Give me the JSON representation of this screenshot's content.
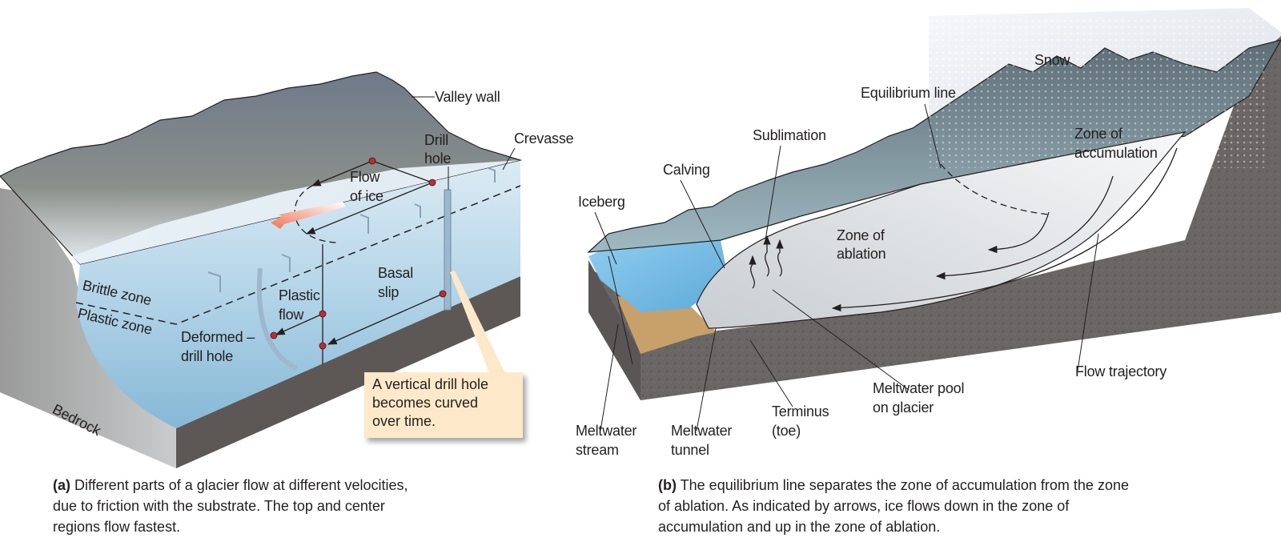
{
  "panel_a": {
    "labels": {
      "valley_wall": "Valley wall",
      "drill_hole_1": "Drill",
      "drill_hole_2": "hole",
      "crevasse": "Crevasse",
      "flow_of_ice_1": "Flow",
      "flow_of_ice_2": "of ice",
      "basal_slip_1": "Basal",
      "basal_slip_2": "slip",
      "plastic_flow_1": "Plastic",
      "plastic_flow_2": "flow",
      "brittle_zone": "Brittle zone",
      "plastic_zone": "Plastic zone",
      "deformed_drill_hole_1": "Deformed –",
      "deformed_drill_hole_2": "drill hole",
      "bedrock": "Bedrock"
    },
    "callout": {
      "line1": "A vertical drill hole",
      "line2": "becomes curved",
      "line3": "over time."
    },
    "caption": {
      "tag": "(a)",
      "line1": " Different parts of a glacier flow at different velocities,",
      "line2": "due to friction with the substrate. The top and center",
      "line3": "regions flow fastest."
    }
  },
  "panel_b": {
    "labels": {
      "snow": "Snow",
      "equilibrium_line": "Equilibrium line",
      "sublimation": "Sublimation",
      "zone_accumulation_1": "Zone of",
      "zone_accumulation_2": "accumulation",
      "calving": "Calving",
      "iceberg": "Iceberg",
      "zone_ablation_1": "Zone of",
      "zone_ablation_2": "ablation",
      "flow_trajectory": "Flow trajectory",
      "meltwater_pool_1": "Meltwater pool",
      "meltwater_pool_2": "on glacier",
      "terminus_1": "Terminus",
      "terminus_2": "(toe)",
      "meltwater_tunnel_1": "Meltwater",
      "meltwater_tunnel_2": "tunnel",
      "meltwater_stream_1": "Meltwater",
      "meltwater_stream_2": "stream"
    },
    "caption": {
      "tag": "(b)",
      "line1": " The equilibrium line separates the zone of accumulation from the zone",
      "line2": "of ablation. As indicated by arrows, ice flows down in the zone of",
      "line3": "accumulation and up in the zone of ablation."
    }
  },
  "colors": {
    "ice_light": "#e8f1f7",
    "ice_blue": "#8fbfdc",
    "bedrock": "#5f5a57",
    "bedrock_side": "#8c8a88",
    "marker_red": "#c8282d",
    "callout_bg": "#fde9c9",
    "flow_arrow": "#ef7a5a",
    "lake": "#6fb6e0",
    "sediment": "#c8a06a"
  }
}
